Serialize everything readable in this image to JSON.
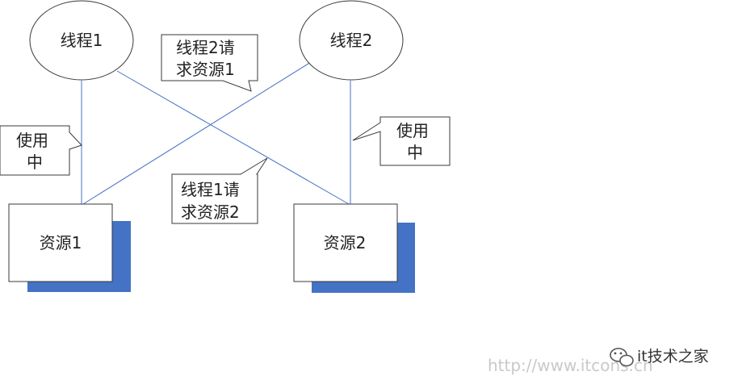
{
  "threads": [
    {
      "label": "线程1"
    },
    {
      "label": "线程2"
    }
  ],
  "resources": [
    {
      "label": "资源1"
    },
    {
      "label": "资源2"
    }
  ],
  "callouts": {
    "thread2_requests_resource1": {
      "line1": "线程2请",
      "line2": "求资源1"
    },
    "thread1_requests_resource2": {
      "line1": "线程1请",
      "line2": "求资源2"
    },
    "in_use_left": {
      "line1": "使用",
      "line2": "中"
    },
    "in_use_right": {
      "line1": "使用",
      "line2": "中"
    }
  },
  "watermark": {
    "url": "http://www.itcons.cn",
    "brand": "it技术之家"
  },
  "colors": {
    "line": "#4472c4",
    "shadow": "#4472c4",
    "border": "#3a3a3a",
    "fill": "#ffffff"
  }
}
